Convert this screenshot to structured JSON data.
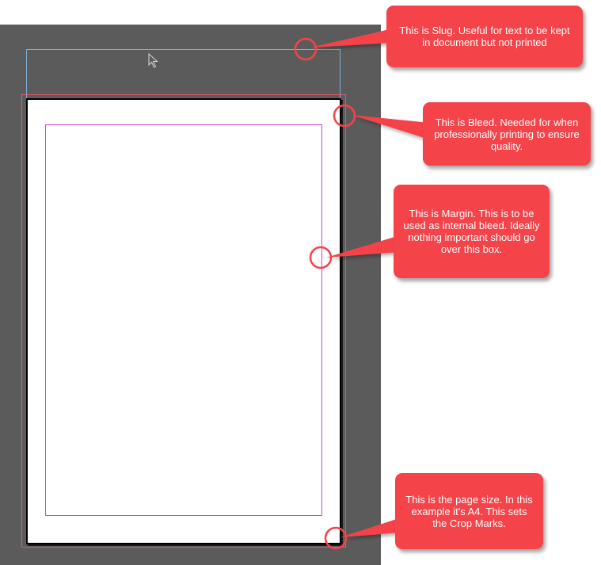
{
  "callouts": {
    "slug": "This is Slug. Useful for text to be kept in document but not printed",
    "bleed": "This is Bleed. Needed for when professionally printing to ensure quality.",
    "margin": "This is Margin. This is to be used as internal bleed. Ideally nothing important should go over this box.",
    "page_size": "This is the page size. In this example it's A4. This sets the Crop Marks."
  },
  "colors": {
    "pasteboard": "#5b5b5b",
    "callout": "#f5434a",
    "slug_line": "#7fb0d8",
    "bleed_line": "#e05a6a",
    "margin_line": "#d23fd6",
    "page_border": "#000000"
  },
  "icons": {
    "cursor": "cursor-icon",
    "marker": "circle-marker-icon"
  }
}
